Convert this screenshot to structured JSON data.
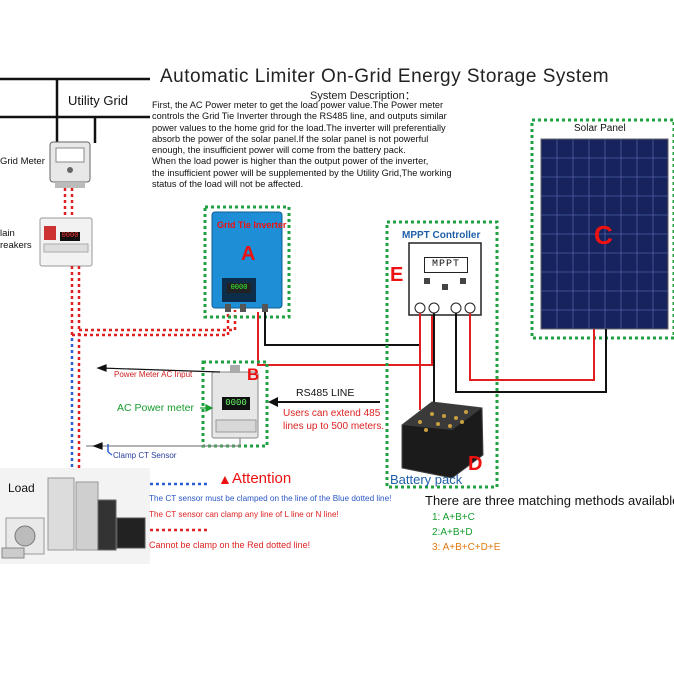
{
  "title": "Automatic Limiter On-Grid Energy Storage System",
  "system_description_heading": "System Description：",
  "description_lines": [
    "First, the AC Power meter to get the load power value.The Power meter",
    "controls the Grid Tie Inverter through the RS485 line, and outputs similar",
    "power values to the home grid for the load.The inverter will preferentially",
    "absorb the power of the solar panel.If the solar panel is not powerful",
    "enough, the insufficient power will come from the battery pack.",
    "When the load power is higher than the output power of the inverter,",
    "the insufficient power will be supplemented by the Utility Grid,The working",
    " status of the load will not be affected."
  ],
  "labels": {
    "utility_grid": "Utility  Grid",
    "grid_meter": "Grid Meter",
    "main_breakers_1": "lain",
    "main_breakers_2": "reakers",
    "solar_panel": "Solar Panel",
    "mppt_controller": "MPPT Controller",
    "grid_tie_inverter": "Grid Tie Inverter",
    "power_meter_ac_input": "Power Meter AC Input",
    "ac_power_meter": "AC Power meter",
    "clamp_ct_sensor": "Clamp CT Sensor",
    "rs485_line": "RS485 LINE",
    "extend_1": "Users can extend 485",
    "extend_2": "lines up to 500 meters.",
    "battery_pack": "Battery pack",
    "load": "Load",
    "mppt_screen": "MPPT",
    "inverter_display": "0000",
    "meter_display": "0000",
    "breaker_display": "0000"
  },
  "letters": {
    "a": "A",
    "b": "B",
    "c": "C",
    "d": "D",
    "e": "E"
  },
  "attention": {
    "heading": "Attention",
    "dots_blue": "··········",
    "dots_red": "··········",
    "note_blue": "The CT sensor must be clamped on the line of the Blue dotted line!",
    "note_red": "The CT sensor can clamp any line of L line or N line!",
    "note_warning": "Cannot be clamp on the Red dotted line!"
  },
  "methods": {
    "heading": "There are three matching methods available",
    "items": [
      "1: A+B+C",
      "2:A+B+D",
      "3: A+B+C+D+E"
    ]
  },
  "colors": {
    "green_frame": "#20a040",
    "red_line": "#e02020",
    "blue_line": "#2a5fd0",
    "inverter_blue": "#1e8fd6",
    "letter_red": "#e01111"
  }
}
